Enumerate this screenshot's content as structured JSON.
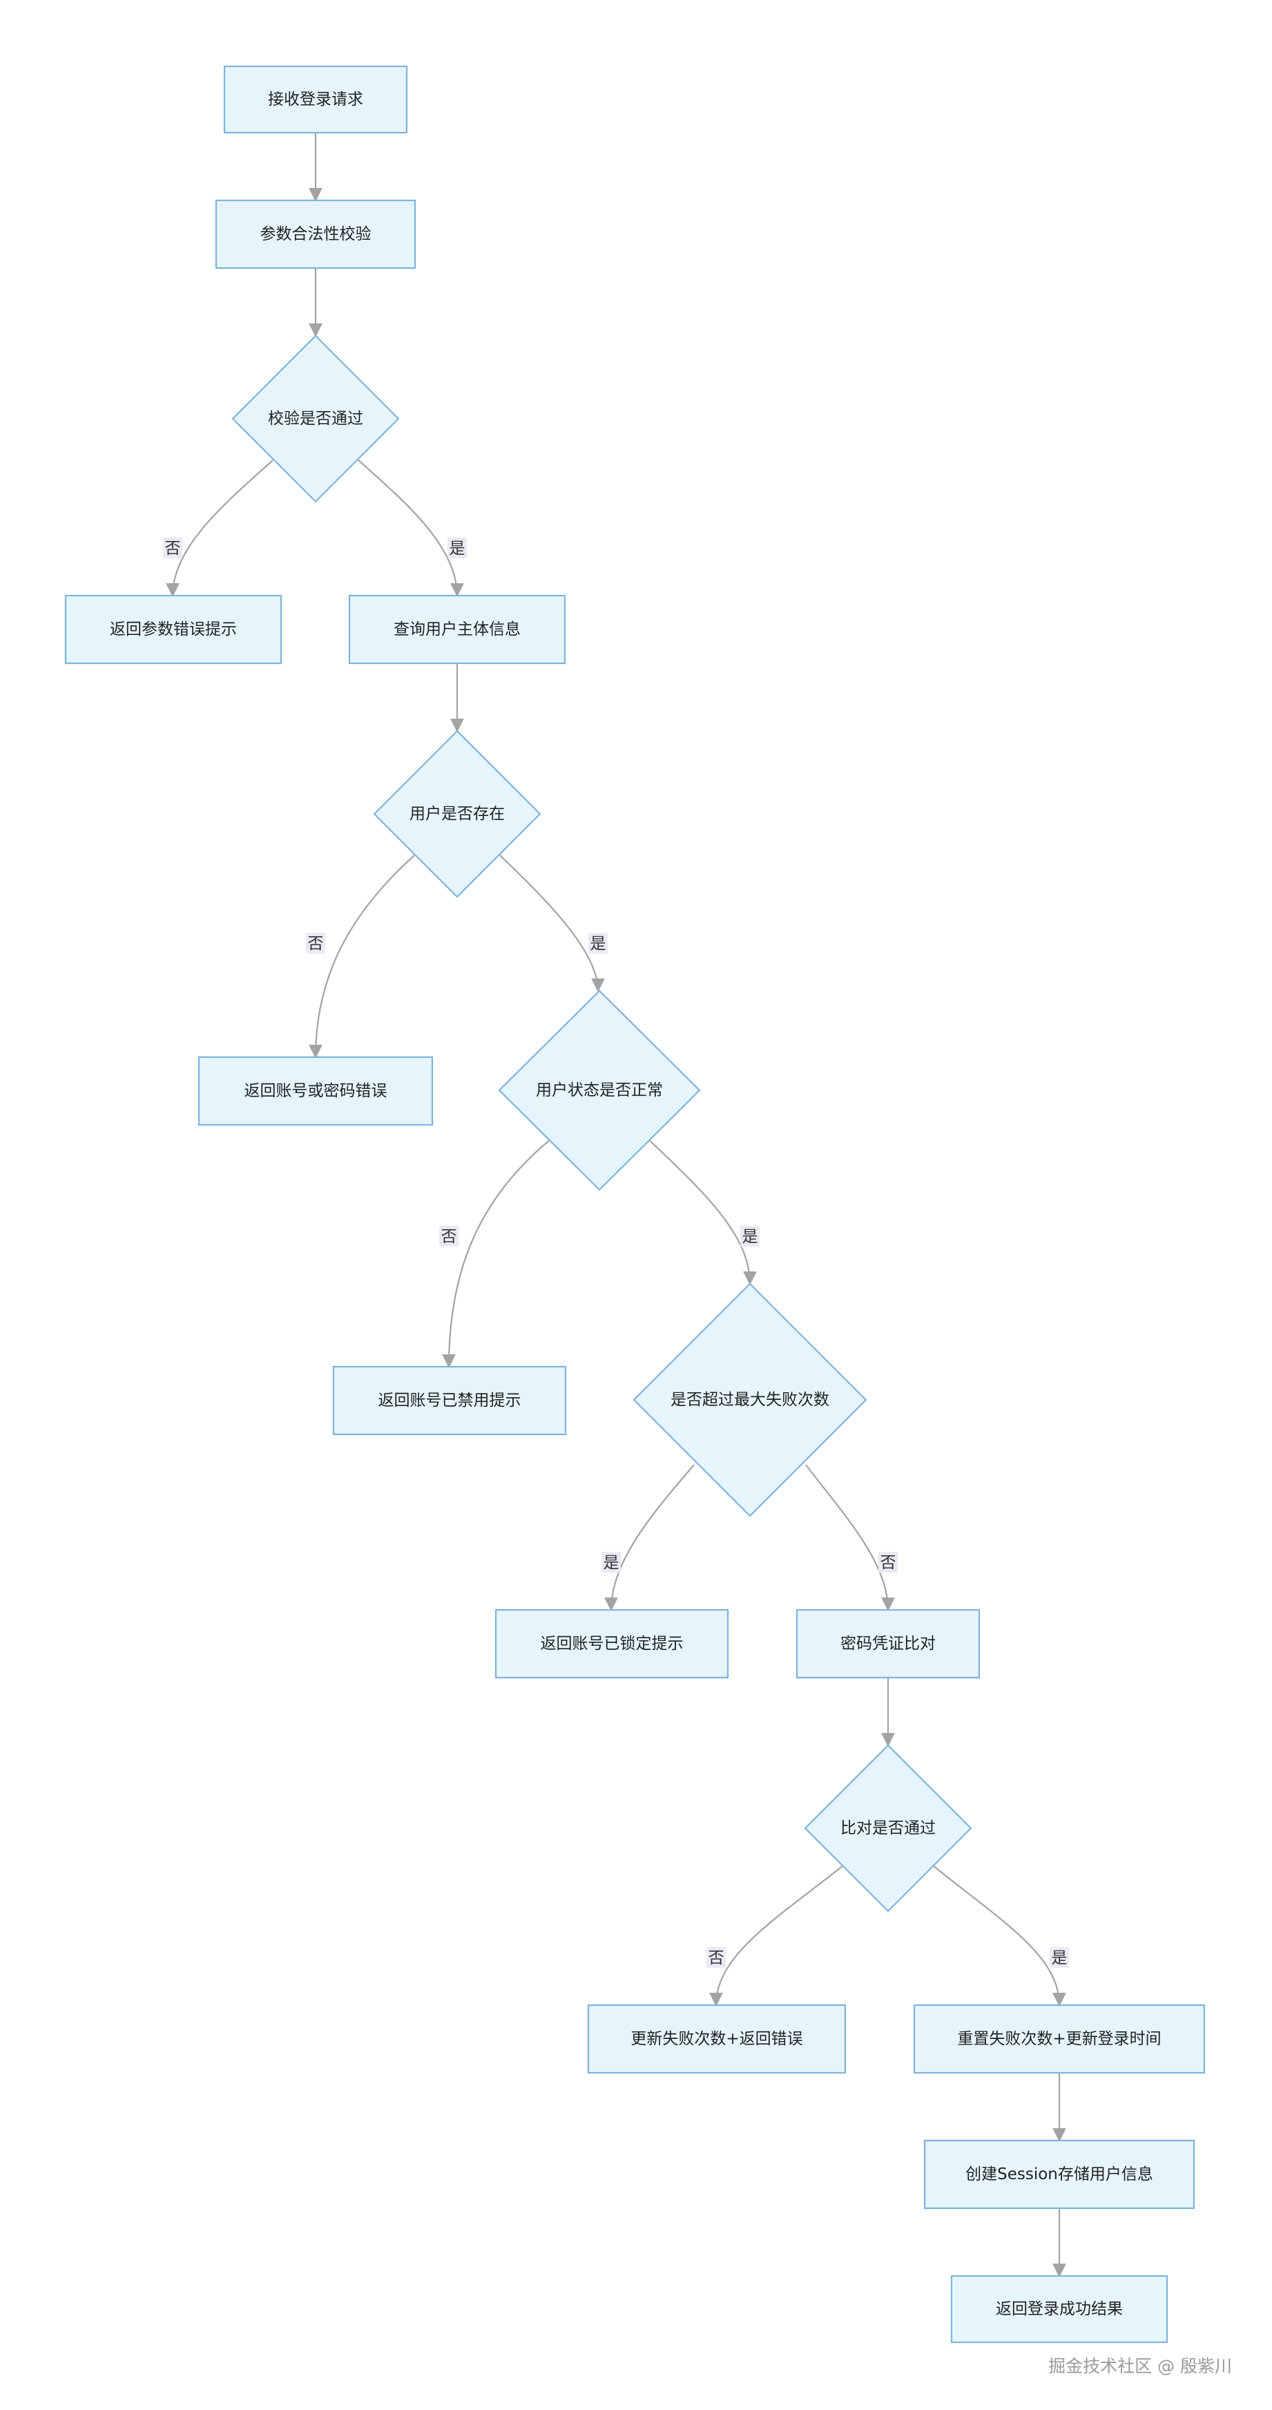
{
  "nodes": {
    "receive": "接收登录请求",
    "validate": "参数合法性校验",
    "validPass": "校验是否通过",
    "paramErr": "返回参数错误提示",
    "queryUser": "查询用户主体信息",
    "userExists": "用户是否存在",
    "accountErr": "返回账号或密码错误",
    "statusOk": "用户状态是否正常",
    "disabled": "返回账号已禁用提示",
    "overMax": "是否超过最大失败次数",
    "locked": "返回账号已锁定提示",
    "compare": "密码凭证比对",
    "comparePass": "比对是否通过",
    "updateFail": "更新失败次数+返回错误",
    "resetFail": "重置失败次数+更新登录时间",
    "createSession": "创建Session存储用户信息",
    "success": "返回登录成功结果"
  },
  "edge_labels": {
    "validNo": "否",
    "validYes": "是",
    "existNo": "否",
    "existYes": "是",
    "statusNo": "否",
    "statusYes": "是",
    "maxYes": "是",
    "maxNo": "否",
    "cmpNo": "否",
    "cmpYes": "是"
  },
  "watermark": "掘金技术社区 @ 殷紫川",
  "colors": {
    "node_fill": "#e6f5fc",
    "node_stroke": "#7fb3db",
    "edge": "#a3a3a3",
    "label_bg": "#ece8f4"
  }
}
